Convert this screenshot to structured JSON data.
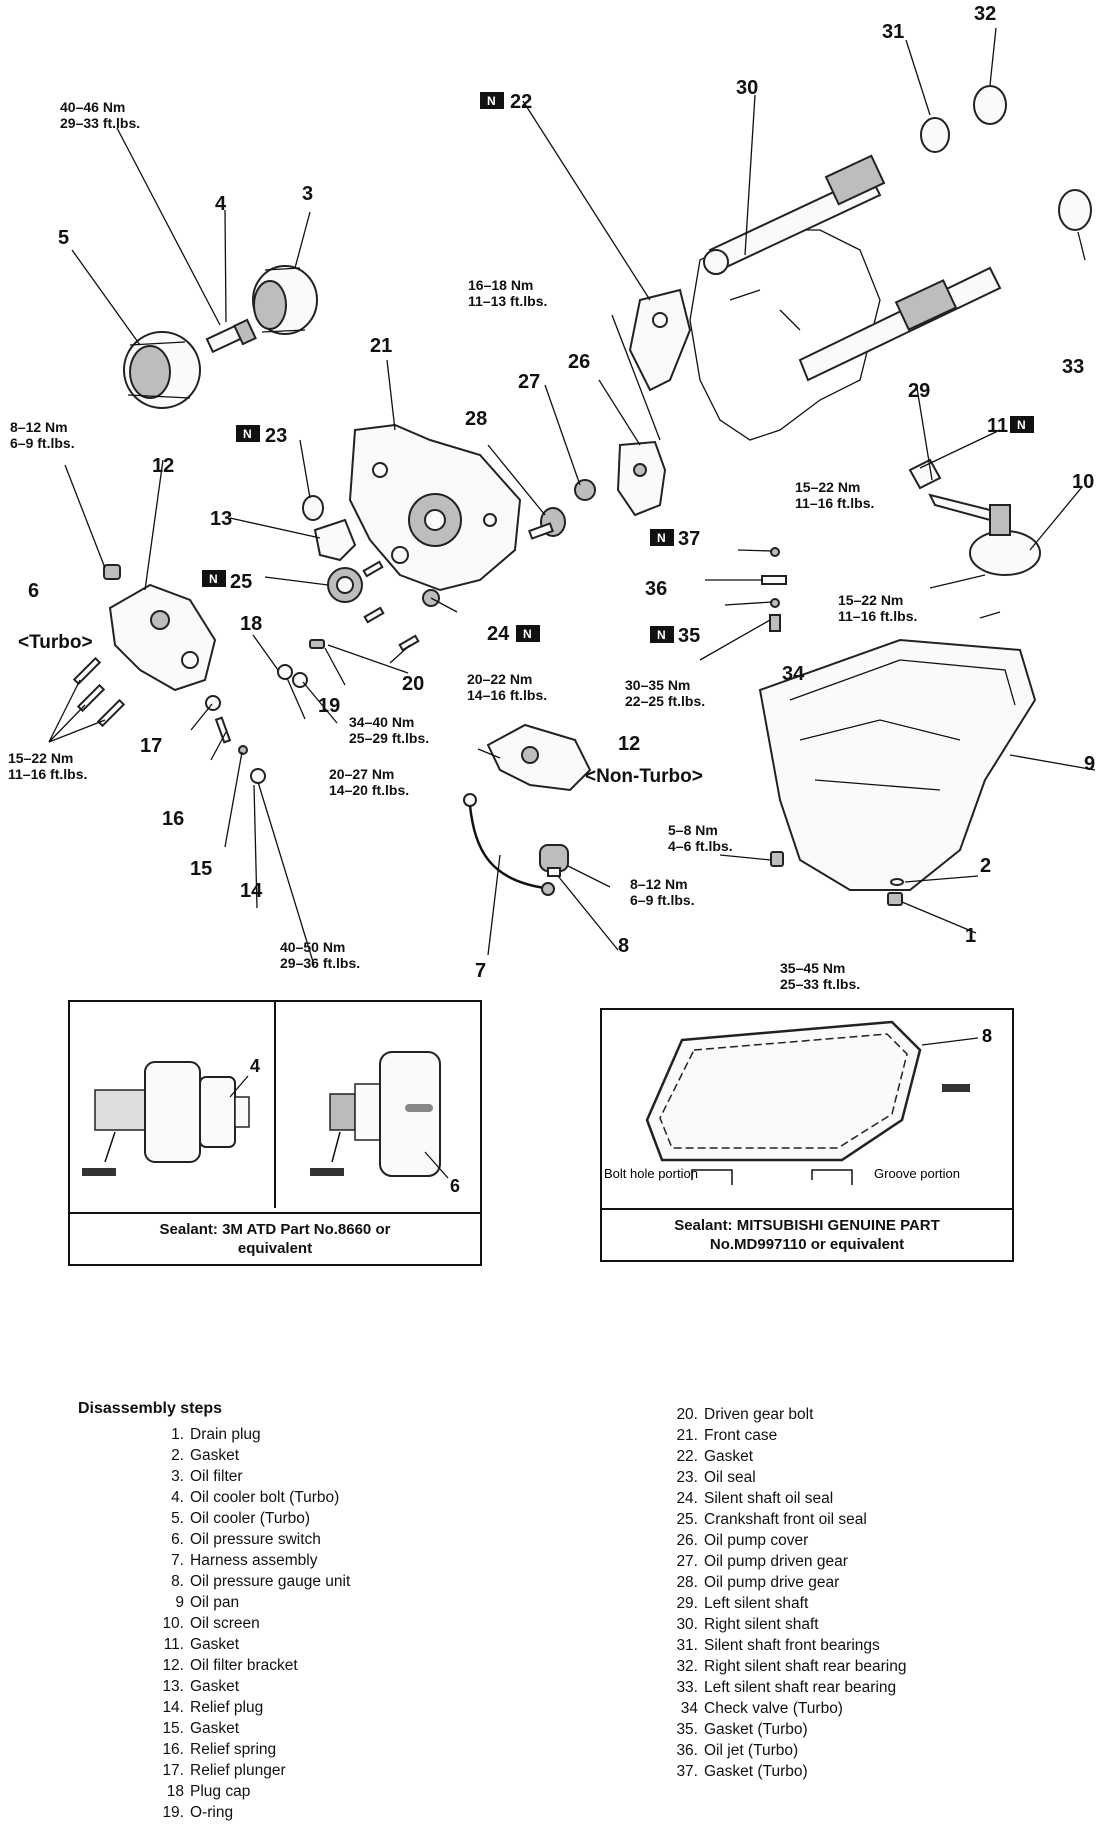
{
  "diagram": {
    "part_numbers": [
      "1",
      "2",
      "3",
      "4",
      "5",
      "6",
      "7",
      "8",
      "9",
      "10",
      "11",
      "12",
      "13",
      "14",
      "15",
      "16",
      "17",
      "18",
      "19",
      "20",
      "21",
      "22",
      "23",
      "24",
      "25",
      "26",
      "27",
      "28",
      "29",
      "30",
      "31",
      "32",
      "33",
      "34",
      "35",
      "36",
      "37"
    ],
    "new_part_marker": "N",
    "variant_labels": {
      "turbo": "<Turbo>",
      "non_turbo": "<Non-Turbo>"
    },
    "torque_specs": [
      {
        "nm": "40–46 Nm",
        "ftlb": "29–33 ft.lbs."
      },
      {
        "nm": "8–12 Nm",
        "ftlb": "6–9 ft.lbs."
      },
      {
        "nm": "15–22 Nm",
        "ftlb": "11–16 ft.lbs."
      },
      {
        "nm": "16–18 Nm",
        "ftlb": "11–13 ft.lbs."
      },
      {
        "nm": "20–22 Nm",
        "ftlb": "14–16 ft.lbs."
      },
      {
        "nm": "34–40 Nm",
        "ftlb": "25–29 ft.lbs."
      },
      {
        "nm": "20–27 Nm",
        "ftlb": "14–20 ft.lbs."
      },
      {
        "nm": "40–50 Nm",
        "ftlb": "29–36 ft.lbs."
      },
      {
        "nm": "15–22 Nm",
        "ftlb": "11–16 ft.lbs."
      },
      {
        "nm": "15–22 Nm",
        "ftlb": "11–16 ft.lbs."
      },
      {
        "nm": "30–35 Nm",
        "ftlb": "22–25 ft.lbs."
      },
      {
        "nm": "5–8 Nm",
        "ftlb": "4–6 ft.lbs."
      },
      {
        "nm": "8–12 Nm",
        "ftlb": "6–9 ft.lbs."
      },
      {
        "nm": "35–45 Nm",
        "ftlb": "25–33 ft.lbs."
      }
    ]
  },
  "sealant_left": {
    "callouts": [
      "4",
      "6"
    ],
    "line1": "Sealant: 3M ATD Part No.8660 or",
    "line2": "equivalent"
  },
  "sealant_right": {
    "callout": "8",
    "bolt_hole": "Bolt hole portion",
    "groove": "Groove portion",
    "line1": "Sealant: MITSUBISHI GENUINE PART",
    "line2": "No.MD997110 or equivalent"
  },
  "steps": {
    "title": "Disassembly steps",
    "left": [
      {
        "n": "1.",
        "t": "Drain plug"
      },
      {
        "n": "2.",
        "t": "Gasket"
      },
      {
        "n": "3.",
        "t": "Oil filter"
      },
      {
        "n": "4.",
        "t": "Oil cooler bolt (Turbo)"
      },
      {
        "n": "5.",
        "t": "Oil cooler (Turbo)"
      },
      {
        "n": "6.",
        "t": "Oil pressure switch"
      },
      {
        "n": "7.",
        "t": "Harness assembly"
      },
      {
        "n": "8.",
        "t": "Oil pressure gauge unit"
      },
      {
        "n": "9",
        "t": "Oil pan"
      },
      {
        "n": "10.",
        "t": "Oil screen"
      },
      {
        "n": "11.",
        "t": "Gasket"
      },
      {
        "n": "12.",
        "t": "Oil filter bracket"
      },
      {
        "n": "13.",
        "t": "Gasket"
      },
      {
        "n": "14.",
        "t": "Relief plug"
      },
      {
        "n": "15.",
        "t": "Gasket"
      },
      {
        "n": "16.",
        "t": "Relief spring"
      },
      {
        "n": "17.",
        "t": "Relief plunger"
      },
      {
        "n": "18",
        "t": "Plug cap"
      },
      {
        "n": "19.",
        "t": "O-ring"
      }
    ],
    "right": [
      {
        "n": "20.",
        "t": "Driven gear bolt"
      },
      {
        "n": "21.",
        "t": "Front case"
      },
      {
        "n": "22.",
        "t": "Gasket"
      },
      {
        "n": "23.",
        "t": "Oil seal"
      },
      {
        "n": "24.",
        "t": "Silent shaft oil seal"
      },
      {
        "n": "25.",
        "t": "Crankshaft front oil seal"
      },
      {
        "n": "26.",
        "t": "Oil pump cover"
      },
      {
        "n": "27.",
        "t": "Oil pump driven gear"
      },
      {
        "n": "28.",
        "t": "Oil pump drive gear"
      },
      {
        "n": "29.",
        "t": "Left silent shaft"
      },
      {
        "n": "30.",
        "t": "Right silent shaft"
      },
      {
        "n": "31.",
        "t": "Silent shaft front bearings"
      },
      {
        "n": "32.",
        "t": "Right silent shaft rear bearing"
      },
      {
        "n": "33.",
        "t": "Left silent shaft rear bearing"
      },
      {
        "n": "34",
        "t": "Check valve (Turbo)"
      },
      {
        "n": "35.",
        "t": "Gasket (Turbo)"
      },
      {
        "n": "36.",
        "t": "Oil jet (Turbo)"
      },
      {
        "n": "37.",
        "t": "Gasket (Turbo)"
      }
    ]
  }
}
